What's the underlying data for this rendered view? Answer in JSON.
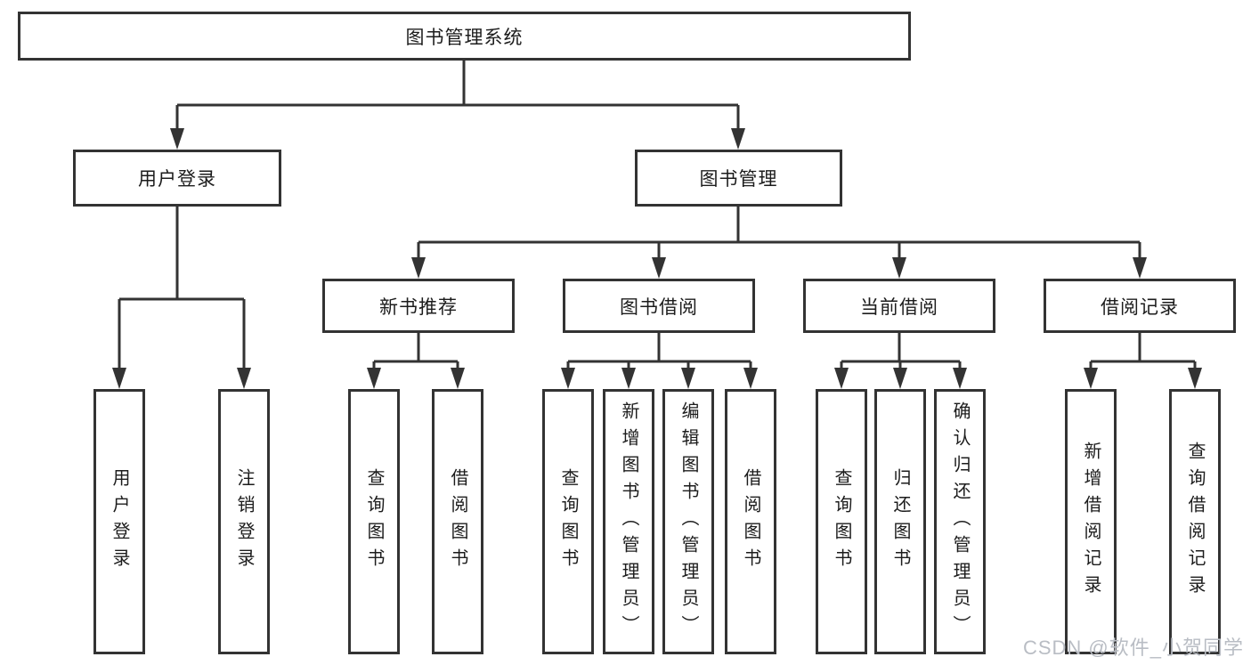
{
  "root": "图书管理系统",
  "level2": {
    "user_login": "用户登录",
    "book_management": "图书管理"
  },
  "level3": {
    "new_book_recommend": "新书推荐",
    "book_borrowing": "图书借阅",
    "current_borrowing": "当前借阅",
    "borrowing_records": "借阅记录"
  },
  "leaves": {
    "user_login": "用户登录",
    "logout": "注销登录",
    "nbr_query_books": "查询图书",
    "nbr_borrow_books": "借阅图书",
    "bb_query_books": "查询图书",
    "bb_add_books_admin": "新增图书（管理员）",
    "bb_edit_books_admin": "编辑图书（管理员）",
    "bb_borrow_books": "借阅图书",
    "cb_query_books": "查询图书",
    "cb_return_books": "归还图书",
    "cb_confirm_return_admin": "确认归还（管理员）",
    "br_add_record": "新增借阅记录",
    "br_query_record": "查询借阅记录"
  },
  "watermark": "CSDN @软件_小贺同学",
  "colors": {
    "line": "#333333",
    "box_border": "#333333",
    "box_fill": "#ffffff",
    "text": "#1c1c1c",
    "watermark": "#b9bdc4"
  }
}
